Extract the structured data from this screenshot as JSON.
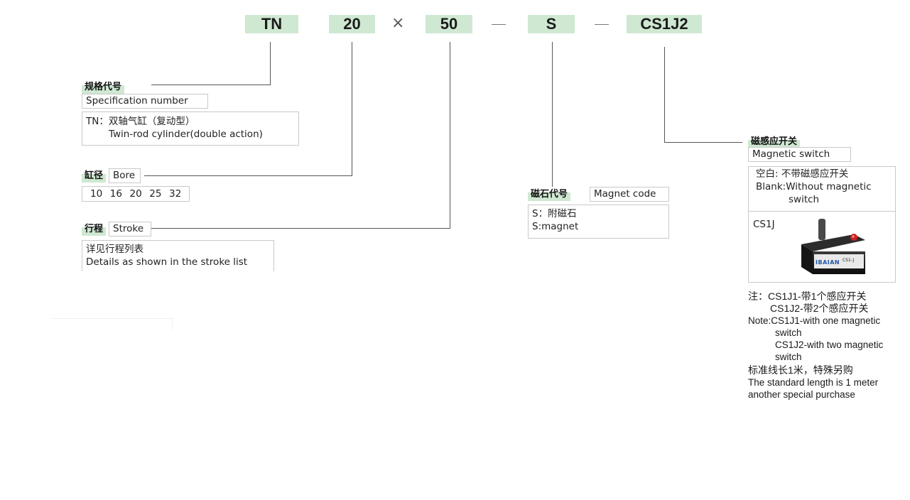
{
  "model_code": {
    "parts": [
      "TN",
      "20",
      "50",
      "S",
      "CS1J2"
    ],
    "times_sign": "×"
  },
  "spec": {
    "heading": "规格代号",
    "label": "Specification number",
    "line1": "TN：双轴气缸（复动型）",
    "line2": "Twin-rod cylinder(double action)"
  },
  "bore": {
    "heading": "缸径",
    "label": "Bore",
    "values": "10  16  20  25  32"
  },
  "stroke": {
    "heading": "行程",
    "label": "Stroke",
    "line1": "详见行程列表",
    "line2": "Details as shown in the stroke list"
  },
  "magnet": {
    "heading": "磁石代号",
    "label": "Magnet code",
    "line1": "S：附磁石",
    "line2": "S:magnet"
  },
  "switch": {
    "heading": "磁感应开关",
    "label": "Magnetic switch",
    "blank_cn": "空白: 不带磁感应开关",
    "blank_en1": "Blank:Without magnetic",
    "blank_en2": "switch",
    "cs1j_label": "CS1J",
    "device_brand": "IBAIAN",
    "device_model": "CS1-J"
  },
  "notes": {
    "n1": "注：CS1J1-带1个感应开关",
    "n2": "CS1J2-带2个感应开关",
    "n3": "Note:CS1J1-with one magnetic",
    "n4": "switch",
    "n5": "CS1J2-with two magnetic",
    "n6": "switch",
    "n7": "标准线长1米，特殊另购",
    "n8": "The standard length is 1 meter",
    "n9": "another special purchase"
  },
  "colors": {
    "code_bg": "#cfe8d2",
    "line": "#555555",
    "box_border": "#c9c9c9"
  }
}
